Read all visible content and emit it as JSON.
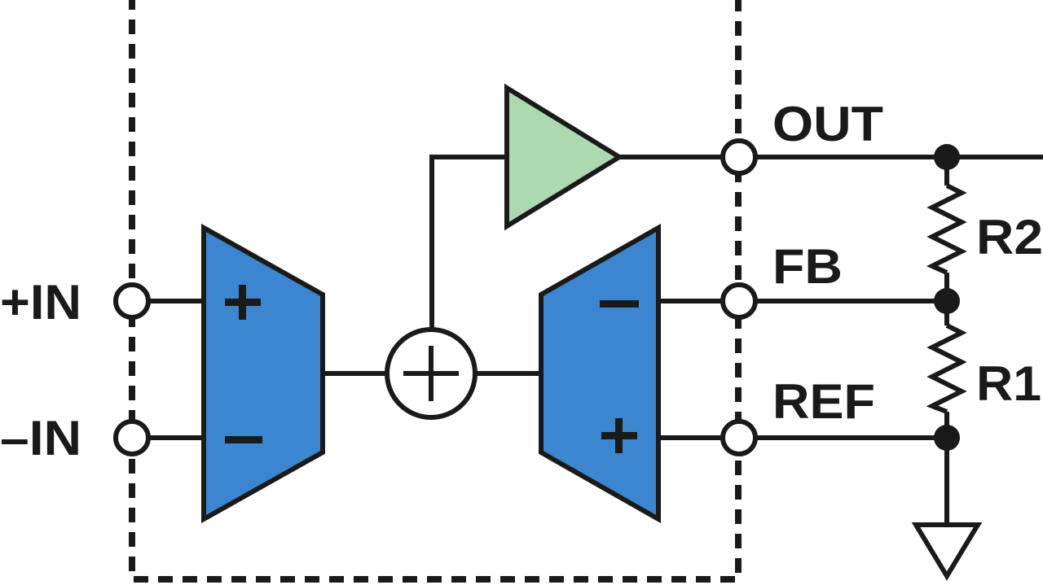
{
  "labels": {
    "plus_in": "+IN",
    "minus_in": "–IN",
    "out": "OUT",
    "fb": "FB",
    "ref": "REF",
    "r2": "R2",
    "r1": "R1"
  },
  "colors": {
    "diff_amp_fill": "#3b86cf",
    "output_amp_fill": "#acd9b0",
    "line": "#1a1a1a",
    "background": "#ffffff"
  }
}
